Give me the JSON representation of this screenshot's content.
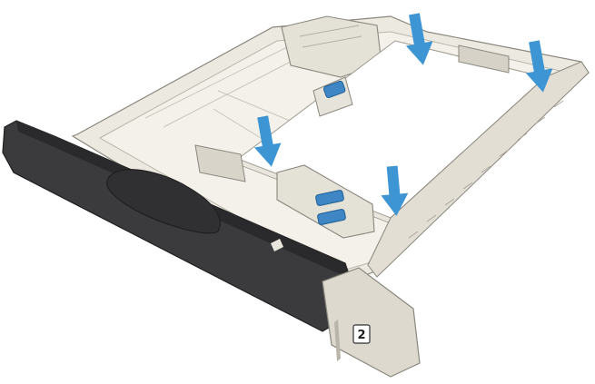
{
  "tray": {
    "label": "2",
    "colors": {
      "tray_body": "#ece9e0",
      "tray_inner": "#f3f1ea",
      "tray_shadow": "#cfcbbf",
      "front_panel": "#3b3b3d",
      "front_panel_edge": "#1f1f20",
      "paper": "#ffffff",
      "guide_tab": "#3f86c4",
      "arrow": "#3d95d3",
      "outline": "#8a877e"
    },
    "arrows": [
      {
        "name": "press-down-arrow-back-left",
        "direction": "down"
      },
      {
        "name": "press-down-arrow-back-right",
        "direction": "down"
      },
      {
        "name": "press-down-arrow-front-left",
        "direction": "down"
      },
      {
        "name": "press-down-arrow-front-right",
        "direction": "down"
      }
    ],
    "icons": [
      "paper-tray-illustration",
      "press-down-arrow-icon",
      "guide-tab-icon",
      "tray-number-badge"
    ]
  }
}
